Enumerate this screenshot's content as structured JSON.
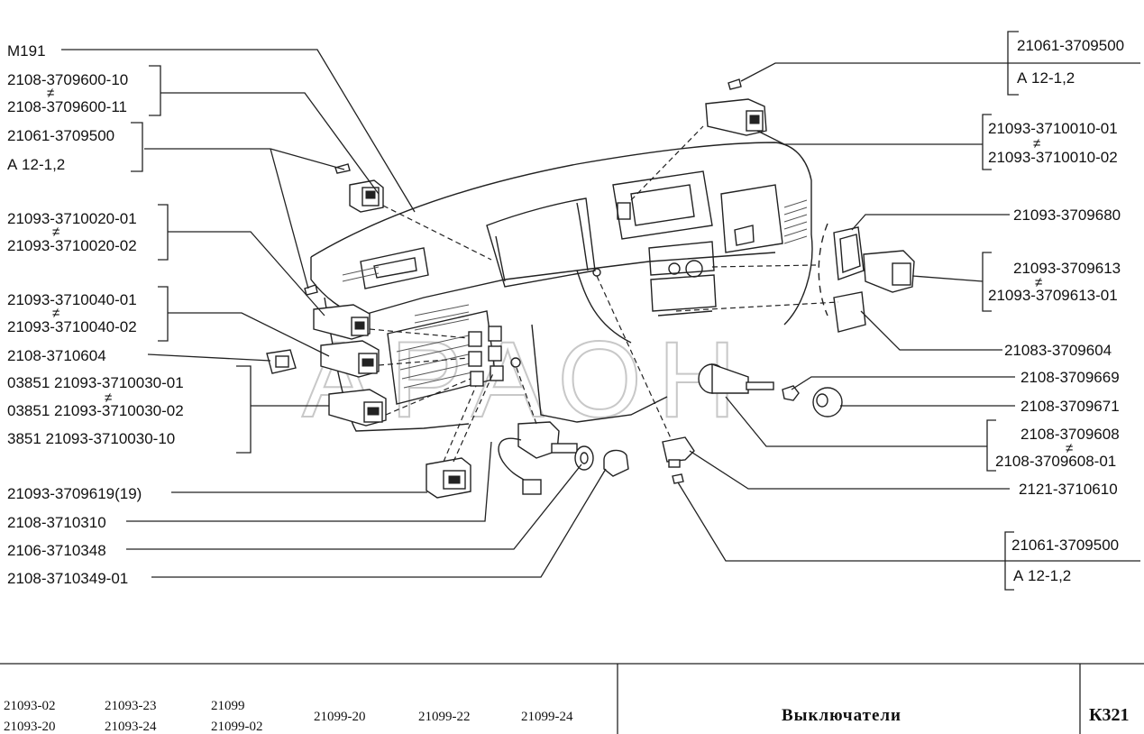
{
  "labels": {
    "m191": "М191",
    "p2108_3709600_10": "2108-3709600-10",
    "p2108_3709600_11": "2108-3709600-11",
    "p21061_3709500_a": "21061-3709500",
    "a12_a": "А 12-1,2",
    "p21093_3710020_01": "21093-3710020-01",
    "p21093_3710020_02": "21093-3710020-02",
    "p21093_3710040_01": "21093-3710040-01",
    "p21093_3710040_02": "21093-3710040-02",
    "p2108_3710604": "2108-3710604",
    "p03851_21093_3710030_01": "03851 21093-3710030-01",
    "p03851_21093_3710030_02": "03851 21093-3710030-02",
    "p3851_21093_3710030_10": "3851  21093-3710030-10",
    "p21093_3709619": "21093-3709619(19)",
    "p2108_3710310": "2108-3710310",
    "p2106_3710348": "2106-3710348",
    "p2108_3710349_01": "2108-3710349-01",
    "p21061_3709500_b": "21061-3709500",
    "a12_b": "А 12-1,2",
    "p21093_3710010_01": "21093-3710010-01",
    "p21093_3710010_02": "21093-3710010-02",
    "p21093_3709680": "21093-3709680",
    "p21093_3709613": "21093-3709613",
    "p21093_3709613_01": "21093-3709613-01",
    "p21083_3709604": "21083-3709604",
    "p2108_3709669": "2108-3709669",
    "p2108_3709671": "2108-3709671",
    "p2108_3709608": "2108-3709608",
    "p2108_3709608_01": "2108-3709608-01",
    "p2121_3710610": "2121-3710610",
    "p21061_3709500_c": "21061-3709500",
    "a12_c": "А 12-1,2",
    "ne": "≠"
  },
  "watermark": "АРАОН",
  "footer": {
    "models": [
      "21093-02",
      "21093-20",
      "21093-23",
      "21093-24",
      "21099",
      "21099-02",
      "21099-20",
      "21099-22",
      "21099-24"
    ],
    "title": "Выключатели",
    "code": "К321"
  }
}
